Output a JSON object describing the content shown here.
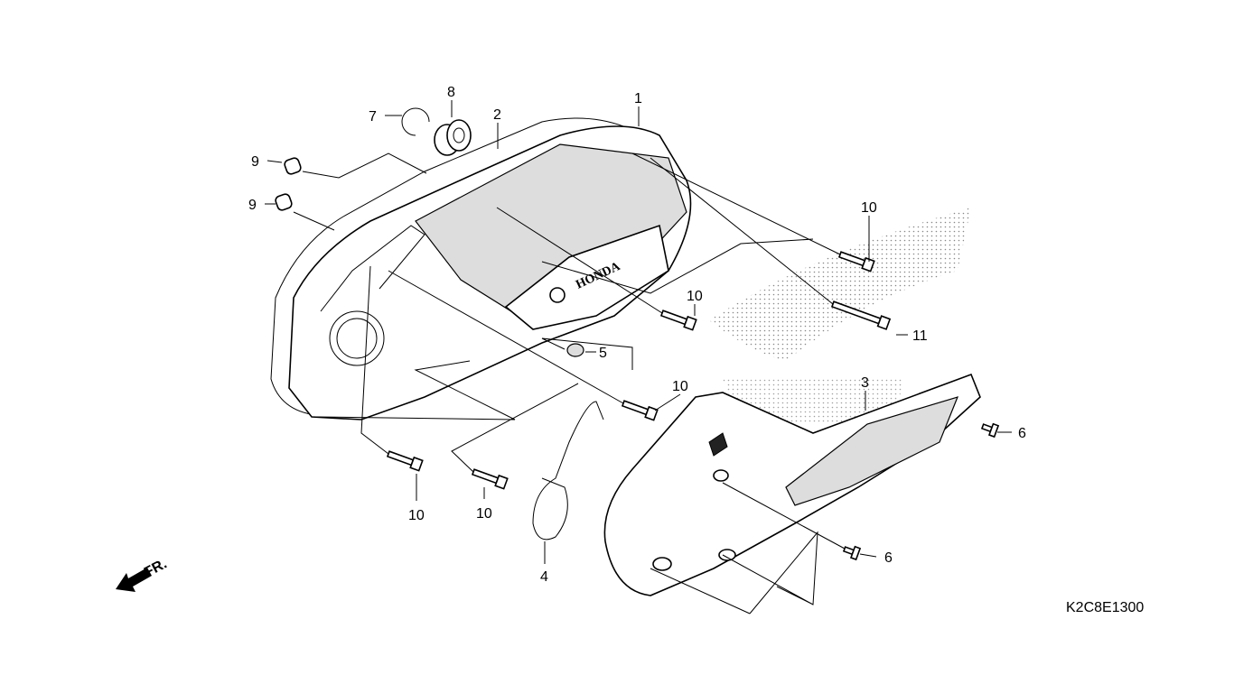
{
  "diagram": {
    "code": "K2C8E1300",
    "direction_label": "FR.",
    "logo_text": "HONDA",
    "callouts": [
      {
        "id": "c1",
        "text": "1"
      },
      {
        "id": "c2",
        "text": "2"
      },
      {
        "id": "c3",
        "text": "3"
      },
      {
        "id": "c4",
        "text": "4"
      },
      {
        "id": "c5",
        "text": "5"
      },
      {
        "id": "c6a",
        "text": "6"
      },
      {
        "id": "c6b",
        "text": "6"
      },
      {
        "id": "c7",
        "text": "7"
      },
      {
        "id": "c8",
        "text": "8"
      },
      {
        "id": "c9a",
        "text": "9"
      },
      {
        "id": "c9b",
        "text": "9"
      },
      {
        "id": "c10a",
        "text": "10"
      },
      {
        "id": "c10b",
        "text": "10"
      },
      {
        "id": "c10c",
        "text": "10"
      },
      {
        "id": "c10d",
        "text": "10"
      },
      {
        "id": "c10e",
        "text": "10"
      },
      {
        "id": "c11",
        "text": "11"
      }
    ]
  }
}
